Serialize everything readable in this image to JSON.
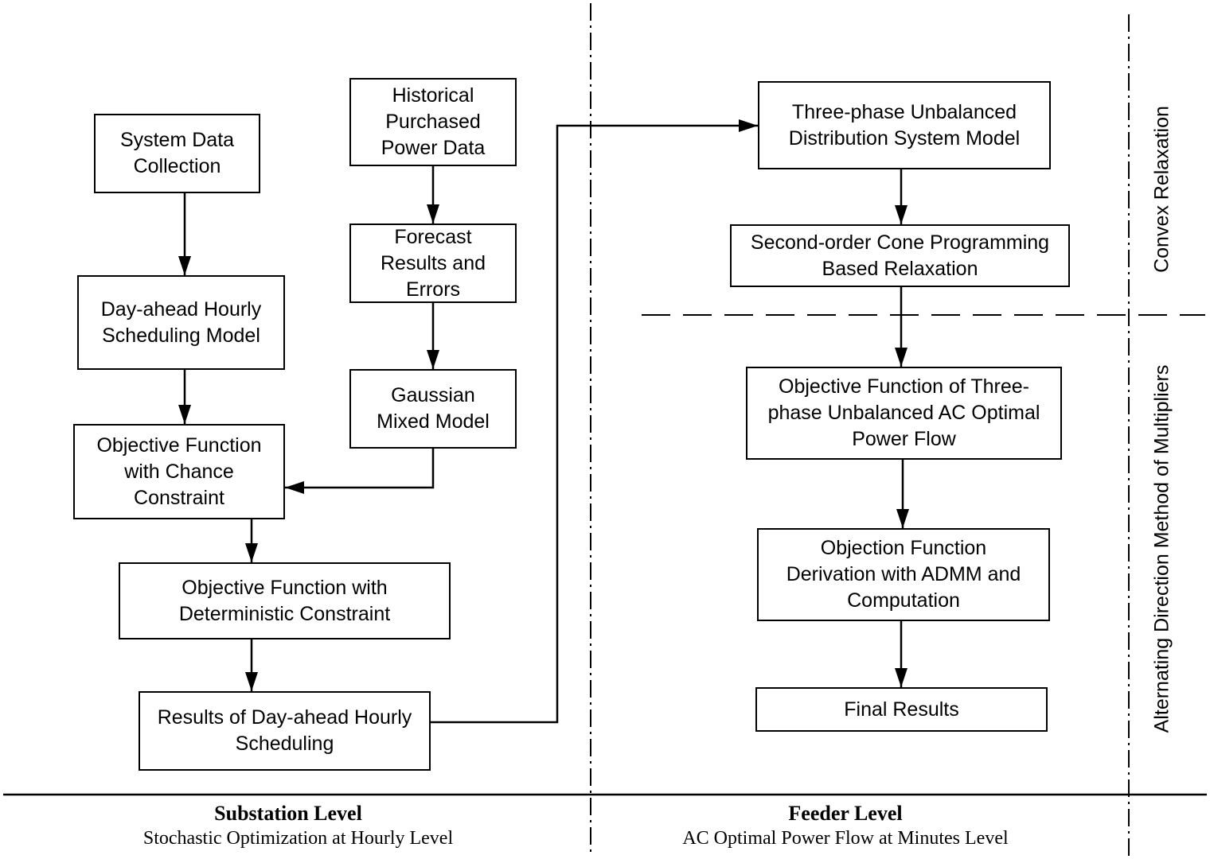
{
  "boxes": {
    "system_data": "System Data\nCollection",
    "historical": "Historical\nPurchased\nPower Data",
    "forecast": "Forecast\nResults and\nErrors",
    "gaussian": "Gaussian\nMixed Model",
    "day_ahead_model": "Day-ahead Hourly\nScheduling Model",
    "chance_constraint": "Objective Function\nwith Chance\nConstraint",
    "deterministic": "Objective Function with\nDeterministic Constraint",
    "results_day_ahead": "Results of Day-ahead Hourly\nScheduling",
    "three_phase_model": "Three-phase Unbalanced\nDistribution System Model",
    "socp": "Second-order Cone Programming\nBased Relaxation",
    "objective_acopf": "Objective Function of Three-\nphase Unbalanced AC Optimal\nPower Flow",
    "admm": "Objection Function\nDerivation with ADMM and\nComputation",
    "final": "Final Results"
  },
  "side_labels": {
    "convex": "Convex Relaxation",
    "admm": "Alternating Direction Method of Multipliers"
  },
  "footer": {
    "substation_title": "Substation Level",
    "substation_sub": "Stochastic Optimization at Hourly Level",
    "feeder_title": "Feeder Level",
    "feeder_sub": "AC Optimal Power Flow at Minutes Level"
  }
}
